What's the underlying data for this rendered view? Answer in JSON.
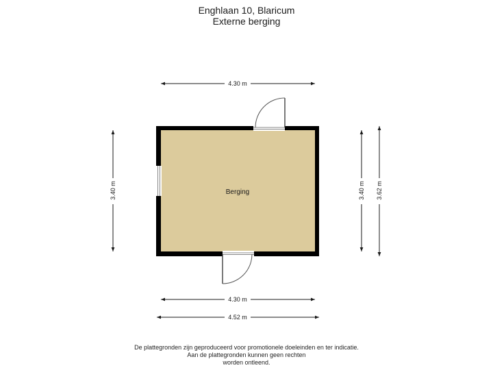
{
  "header": {
    "address": "Enghlaan 10, Blaricum",
    "subtitle": "Externe berging"
  },
  "room": {
    "name": "Berging",
    "floor_color": "#dccb9c",
    "wall_color": "#000000"
  },
  "dimensions": {
    "top_width": "4.30 m",
    "bottom_inner_width": "4.30 m",
    "bottom_outer_width": "4.52 m",
    "left_height": "3.40 m",
    "right_inner_height": "3.40 m",
    "right_outer_height": "3.62 m"
  },
  "footer": {
    "line1": "De plattegronden zijn geproduceerd voor promotionele doeleinden en ter indicatie.",
    "line2": "Aan de plattegronden kunnen geen rechten",
    "line3": "worden ontleend."
  }
}
